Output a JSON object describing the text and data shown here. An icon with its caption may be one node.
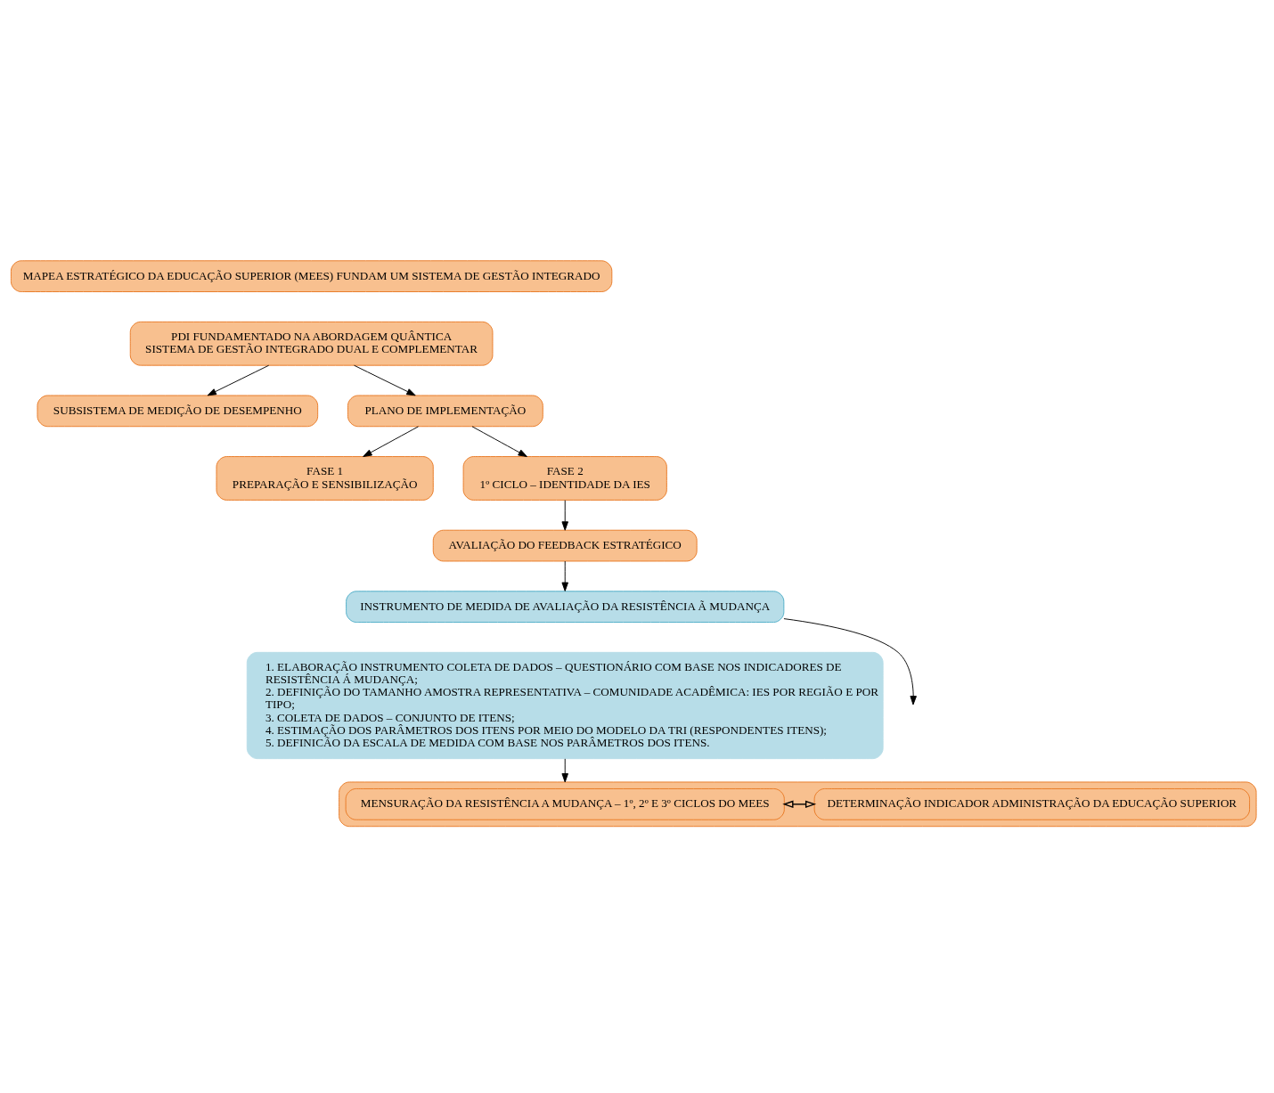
{
  "diagram": {
    "nodes": [
      {
        "text": [
          "MAPEA ESTRATÉGICO DA EDUCAÇÃO SUPERIOR (MEES) FUNDAM UM SISTEMA DE GESTÃO INTEGRADO"
        ]
      },
      {
        "text": [
          "PDI FUNDAMENTADO NA ABORDAGEM QUÂNTICA",
          "SISTEMA DE GESTÃO INTEGRADO DUAL E COMPLEMENTAR"
        ]
      },
      {
        "text": [
          "SUBSISTEMA DE MEDIÇÃO DE DESEMPENHO"
        ]
      },
      {
        "text": [
          "PLANO DE IMPLEMENTAÇÃO"
        ]
      },
      {
        "text": [
          "FASE 1",
          "PREPARAÇÃO E SENSIBILIZAÇÃO"
        ]
      },
      {
        "text": [
          "FASE 2",
          "1º CICLO – IDENTIDADE DA IES"
        ]
      },
      {
        "text": [
          "AVALIAÇÃO DO FEEDBACK ESTRATÉGICO"
        ]
      },
      {
        "text": [
          "INSTRUMENTO DE MEDIDA DE AVALIAÇÃO DA RESISTÊNCIA Ã MUDANÇA"
        ]
      },
      {
        "text": [
          "1. ELABORAÇÃO INSTRUMENTO COLETA DE DADOS – QUESTIONÁRIO COM BASE NOS INDICADORES DE RESISTÊNCIA Á MUDANÇA;",
          "2. DEFINIÇÃO DO TAMANHO AMOSTRA REPRESENTATIVA – COMUNIDADE ACADÊMICA: IES POR REGIÃO E POR TIPO;",
          "3. COLETA DE DADOS – CONJUNTO DE ITENS;",
          "4. ESTIMAÇÃO DOS PARÂMETROS DOS ITENS POR MEIO DO MODELO DA TRI (RESPONDENTES ITENS);",
          "5. DEFINICÃO DA ESCALA DE MEDIDA COM BASE NOS PARÂMETROS DOS ITENS."
        ]
      },
      {
        "text": [],
        "shape": "box"
      },
      {
        "text": [
          "MENSURAÇÃO DA RESISTÊNCIA A MUDANÇA – 1º, 2º E 3º CICLOS DO MEES"
        ],
        "in": 9
      },
      {
        "text": [
          "DETERMINAÇÃO INDICADOR ADMINISTRAÇÃO DA EDUCAÇÃO SUPERIOR"
        ],
        "in": 9
      }
    ],
    "edges": [
      {
        "from": 1,
        "to": 2,
        "arrow": "to"
      },
      {
        "from": 1,
        "to": 3,
        "arrow": "to"
      },
      {
        "from": 3,
        "to": 4,
        "arrow": "to"
      },
      {
        "from": 3,
        "to": 5,
        "arrow": "to"
      },
      {
        "from": 5,
        "to": 6,
        "arrow": "to"
      },
      {
        "from": 6,
        "to": 7,
        "arrow": "to"
      },
      {
        "from": 8,
        "to": 9,
        "arrow": "to"
      },
      {
        "from": 7,
        "to": null,
        "arrow": "to"
      },
      {
        "from": 10,
        "to": 11,
        "arrow": "both"
      }
    ]
  }
}
